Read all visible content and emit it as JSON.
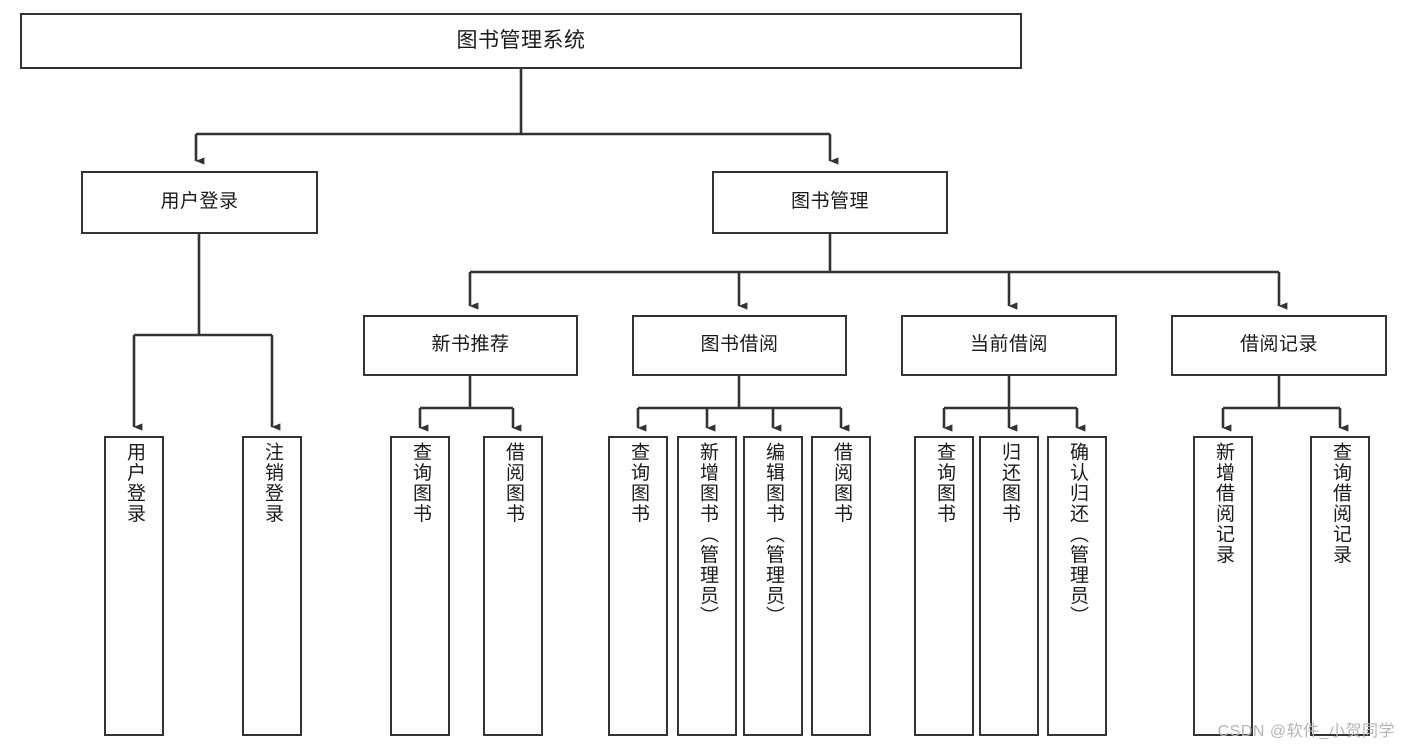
{
  "diagram": {
    "title": "图书管理系统",
    "type": "tree-structure-chart",
    "watermark": "CSDN @软件_小贺同学",
    "colors": {
      "box_border": "#333333",
      "box_fill": "#ffffff",
      "edge": "#333333",
      "text": "#1a1a1a",
      "watermark": "#b5b5b5",
      "background": "#ffffff"
    },
    "nodes": {
      "root": {
        "label": "图书管理系统"
      },
      "level2": [
        {
          "id": "user-login",
          "label": "用户登录"
        },
        {
          "id": "book-management",
          "label": "图书管理"
        }
      ],
      "level3": [
        {
          "id": "new-book-recommend",
          "label": "新书推荐"
        },
        {
          "id": "book-borrow",
          "label": "图书借阅"
        },
        {
          "id": "current-borrow",
          "label": "当前借阅"
        },
        {
          "id": "borrow-record",
          "label": "借阅记录"
        }
      ],
      "leaves": {
        "user-login": [
          {
            "id": "user-login-leaf",
            "label": "用户登录"
          },
          {
            "id": "user-logout-leaf",
            "label": "注销登录"
          }
        ],
        "new-book-recommend": [
          {
            "id": "query-book-1",
            "label": "查询图书"
          },
          {
            "id": "borrow-book-1",
            "label": "借阅图书"
          }
        ],
        "book-borrow": [
          {
            "id": "query-book-2",
            "label": "查询图书"
          },
          {
            "id": "add-book-admin",
            "label": "新增图书（管理员）"
          },
          {
            "id": "edit-book-admin",
            "label": "编辑图书（管理员）"
          },
          {
            "id": "borrow-book-2",
            "label": "借阅图书"
          }
        ],
        "current-borrow": [
          {
            "id": "query-book-3",
            "label": "查询图书"
          },
          {
            "id": "return-book",
            "label": "归还图书"
          },
          {
            "id": "confirm-return-admin",
            "label": "确认归还（管理员）"
          }
        ],
        "borrow-record": [
          {
            "id": "add-borrow-record",
            "label": "新增借阅记录"
          },
          {
            "id": "query-borrow-record",
            "label": "查询借阅记录"
          }
        ]
      }
    }
  }
}
